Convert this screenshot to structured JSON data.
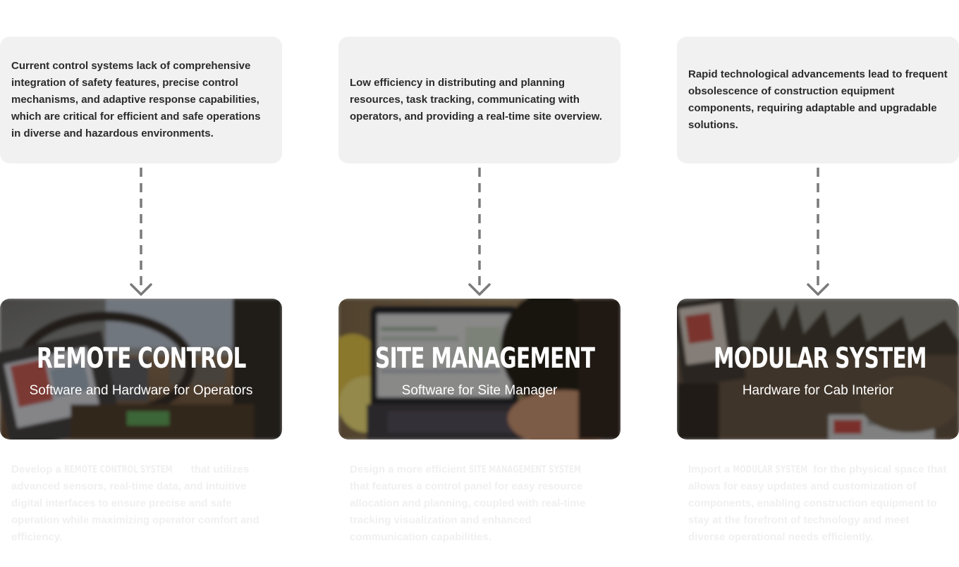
{
  "columns": [
    {
      "problem": "Current control systems lack of comprehensive integration of safety features, precise control mechanisms, and adaptive response capabilities, which are critical for efficient and safe operations in diverse and hazardous environments.",
      "solution_title": "REMOTE CONTROL",
      "solution_subtitle": "Software and Hardware for Operators",
      "description_before": "Develop a",
      "description_keyword": "REMOTE CONTROL SYSTEM",
      "description_after": "that utilizes advanced sensors, real-time data, and intuitive digital interfaces to ensure precise and safe operation while maximizing operator comfort and efficiency."
    },
    {
      "problem": "Low efficiency in distributing and planning resources, task tracking, communicating with operators, and providing a real-time site overview.",
      "solution_title": "SITE MANAGEMENT",
      "solution_subtitle": "Software for Site Manager",
      "description_before": "Design a more efficient",
      "description_keyword": "SITE MANAGEMENT SYSTEM",
      "description_after": "that features a control panel for easy resource allocation and planning, coupled with real-time tracking visualization and enhanced communication capabilities."
    },
    {
      "problem": "Rapid technological advancements lead to frequent obsolescence of construction equipment components, requiring adaptable and upgradable solutions.",
      "solution_title": "MODULAR SYSTEM",
      "solution_subtitle": "Hardware for Cab Interior",
      "description_before": "Import a",
      "description_keyword": "MODULAR SYSTEM",
      "description_after": "for the physical space that allows for easy updates and customization of components, enabling construction equipment to stay at the forefront of technology and meet diverse operational needs efficiently."
    }
  ],
  "colors": {
    "problem_card_bg": "#f1f1f1",
    "problem_text": "#2b2b2b",
    "arrow": "#7a7a7a",
    "description_text": "#f0f0f0",
    "title_text": "#ffffff"
  },
  "icons": {
    "arrow": "dashed-arrow-down-icon"
  }
}
